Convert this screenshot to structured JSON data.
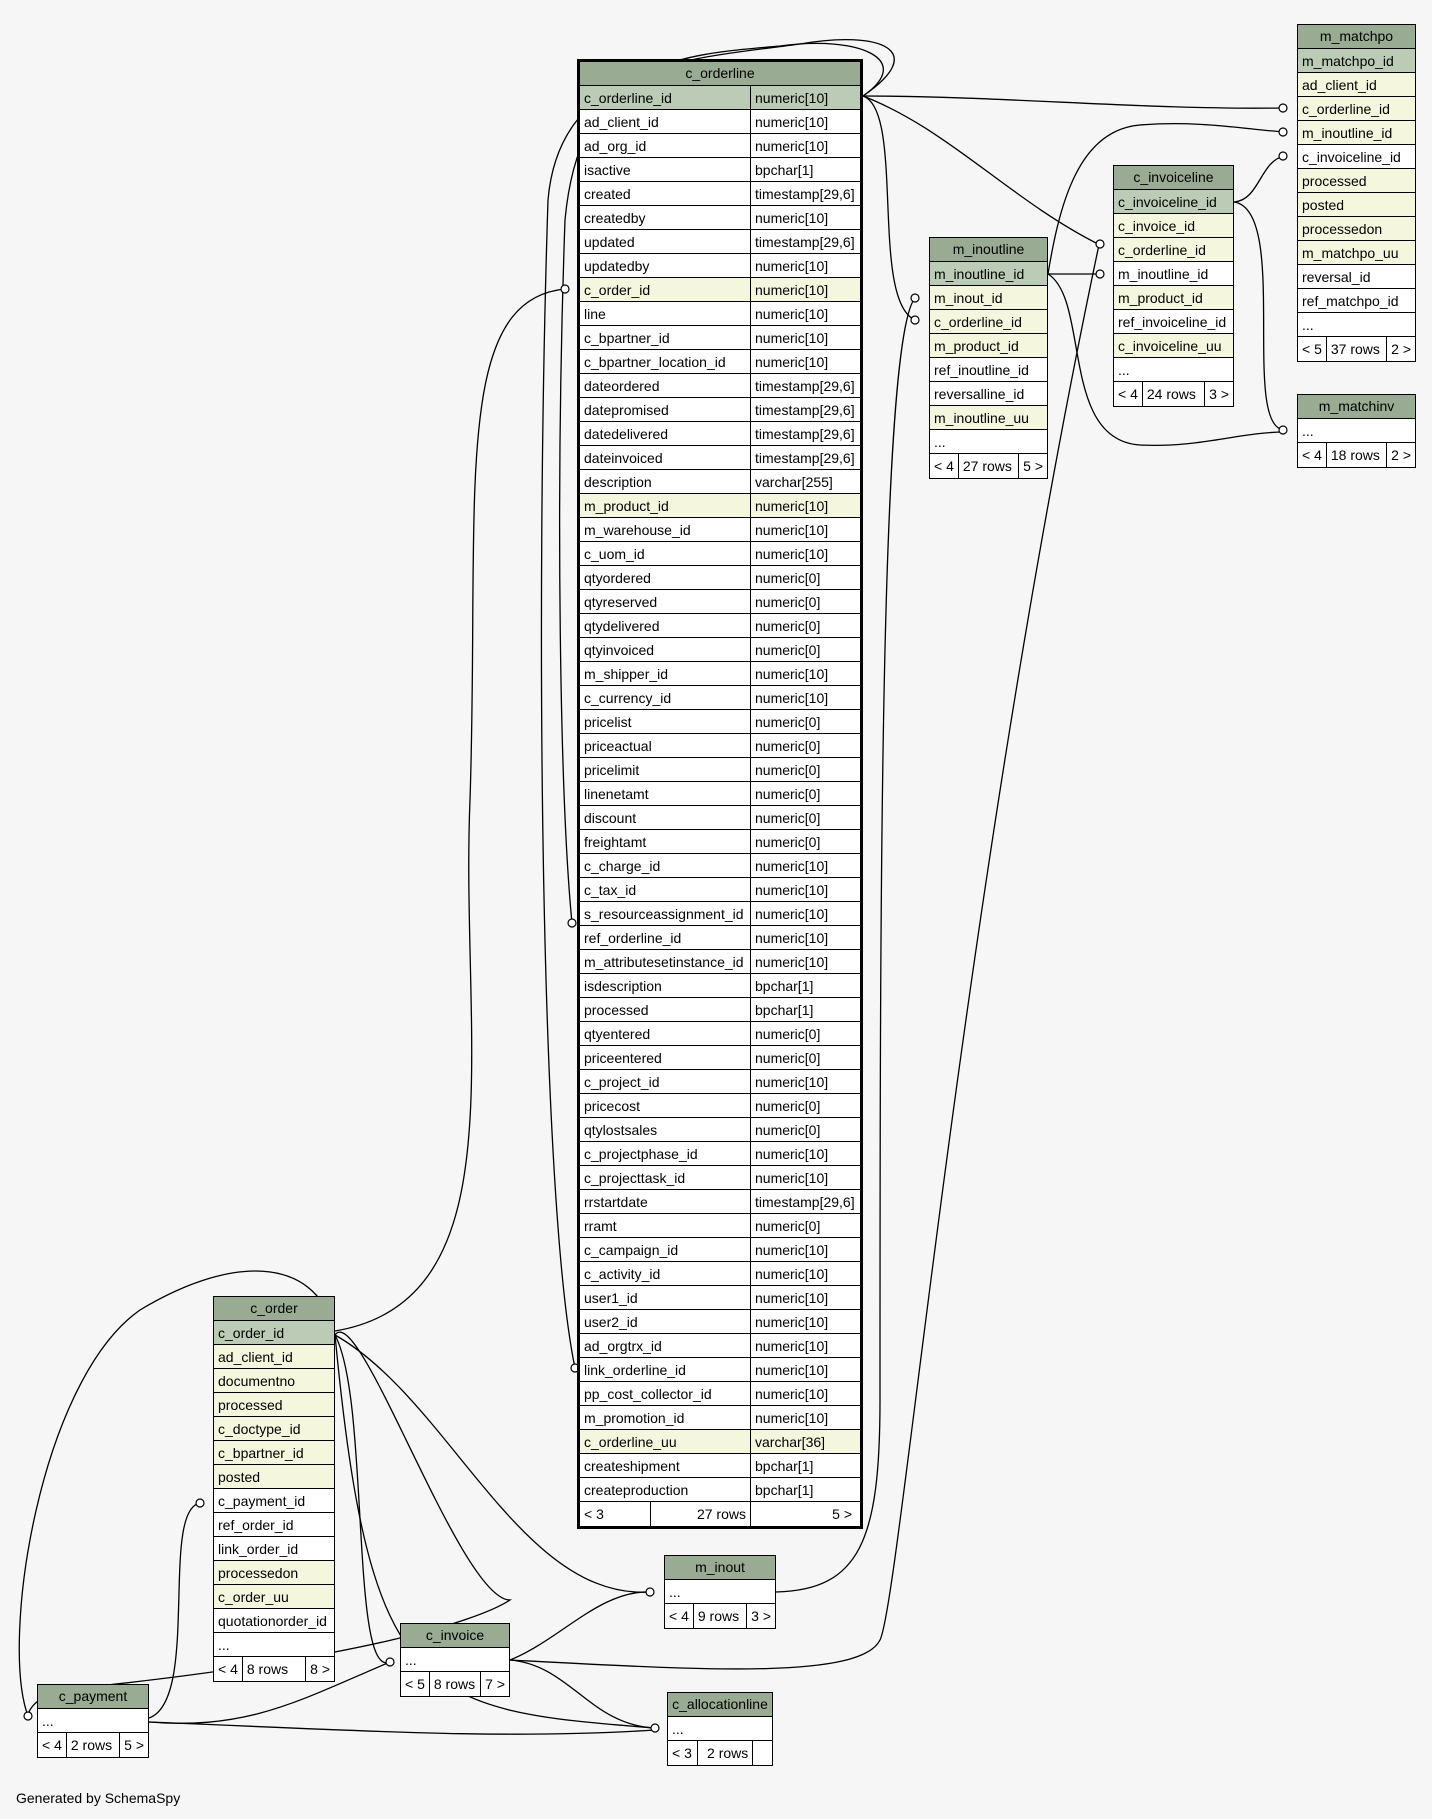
{
  "footer": {
    "generated": "Generated by SchemaSpy"
  },
  "tables": {
    "c_orderline": {
      "name": "c_orderline",
      "columns": [
        [
          "c_orderline_id",
          "numeric[10]",
          "pk"
        ],
        [
          "ad_client_id",
          "numeric[10]",
          ""
        ],
        [
          "ad_org_id",
          "numeric[10]",
          ""
        ],
        [
          "isactive",
          "bpchar[1]",
          ""
        ],
        [
          "created",
          "timestamp[29,6]",
          ""
        ],
        [
          "createdby",
          "numeric[10]",
          ""
        ],
        [
          "updated",
          "timestamp[29,6]",
          ""
        ],
        [
          "updatedby",
          "numeric[10]",
          ""
        ],
        [
          "c_order_id",
          "numeric[10]",
          "fk"
        ],
        [
          "line",
          "numeric[10]",
          ""
        ],
        [
          "c_bpartner_id",
          "numeric[10]",
          ""
        ],
        [
          "c_bpartner_location_id",
          "numeric[10]",
          ""
        ],
        [
          "dateordered",
          "timestamp[29,6]",
          ""
        ],
        [
          "datepromised",
          "timestamp[29,6]",
          ""
        ],
        [
          "datedelivered",
          "timestamp[29,6]",
          ""
        ],
        [
          "dateinvoiced",
          "timestamp[29,6]",
          ""
        ],
        [
          "description",
          "varchar[255]",
          ""
        ],
        [
          "m_product_id",
          "numeric[10]",
          "fk"
        ],
        [
          "m_warehouse_id",
          "numeric[10]",
          ""
        ],
        [
          "c_uom_id",
          "numeric[10]",
          ""
        ],
        [
          "qtyordered",
          "numeric[0]",
          ""
        ],
        [
          "qtyreserved",
          "numeric[0]",
          ""
        ],
        [
          "qtydelivered",
          "numeric[0]",
          ""
        ],
        [
          "qtyinvoiced",
          "numeric[0]",
          ""
        ],
        [
          "m_shipper_id",
          "numeric[10]",
          ""
        ],
        [
          "c_currency_id",
          "numeric[10]",
          ""
        ],
        [
          "pricelist",
          "numeric[0]",
          ""
        ],
        [
          "priceactual",
          "numeric[0]",
          ""
        ],
        [
          "pricelimit",
          "numeric[0]",
          ""
        ],
        [
          "linenetamt",
          "numeric[0]",
          ""
        ],
        [
          "discount",
          "numeric[0]",
          ""
        ],
        [
          "freightamt",
          "numeric[0]",
          ""
        ],
        [
          "c_charge_id",
          "numeric[10]",
          ""
        ],
        [
          "c_tax_id",
          "numeric[10]",
          ""
        ],
        [
          "s_resourceassignment_id",
          "numeric[10]",
          ""
        ],
        [
          "ref_orderline_id",
          "numeric[10]",
          ""
        ],
        [
          "m_attributesetinstance_id",
          "numeric[10]",
          ""
        ],
        [
          "isdescription",
          "bpchar[1]",
          ""
        ],
        [
          "processed",
          "bpchar[1]",
          ""
        ],
        [
          "qtyentered",
          "numeric[0]",
          ""
        ],
        [
          "priceentered",
          "numeric[0]",
          ""
        ],
        [
          "c_project_id",
          "numeric[10]",
          ""
        ],
        [
          "pricecost",
          "numeric[0]",
          ""
        ],
        [
          "qtylostsales",
          "numeric[0]",
          ""
        ],
        [
          "c_projectphase_id",
          "numeric[10]",
          ""
        ],
        [
          "c_projecttask_id",
          "numeric[10]",
          ""
        ],
        [
          "rrstartdate",
          "timestamp[29,6]",
          ""
        ],
        [
          "rramt",
          "numeric[0]",
          ""
        ],
        [
          "c_campaign_id",
          "numeric[10]",
          ""
        ],
        [
          "c_activity_id",
          "numeric[10]",
          ""
        ],
        [
          "user1_id",
          "numeric[10]",
          ""
        ],
        [
          "user2_id",
          "numeric[10]",
          ""
        ],
        [
          "ad_orgtrx_id",
          "numeric[10]",
          ""
        ],
        [
          "link_orderline_id",
          "numeric[10]",
          ""
        ],
        [
          "pp_cost_collector_id",
          "numeric[10]",
          ""
        ],
        [
          "m_promotion_id",
          "numeric[10]",
          ""
        ],
        [
          "c_orderline_uu",
          "varchar[36]",
          "fk"
        ],
        [
          "createshipment",
          "bpchar[1]",
          ""
        ],
        [
          "createproduction",
          "bpchar[1]",
          ""
        ]
      ],
      "footer": [
        "< 3",
        "27 rows",
        "5 >"
      ]
    },
    "m_matchpo": {
      "name": "m_matchpo",
      "columns": [
        [
          "m_matchpo_id",
          "pk"
        ],
        [
          "ad_client_id",
          "fk"
        ],
        [
          "c_orderline_id",
          "fk"
        ],
        [
          "m_inoutline_id",
          "fk"
        ],
        [
          "c_invoiceline_id",
          ""
        ],
        [
          "processed",
          "fk"
        ],
        [
          "posted",
          "fk"
        ],
        [
          "processedon",
          "fk"
        ],
        [
          "m_matchpo_uu",
          "fk"
        ],
        [
          "reversal_id",
          ""
        ],
        [
          "ref_matchpo_id",
          ""
        ],
        [
          "...",
          ""
        ]
      ],
      "footer": [
        "< 5",
        "37 rows",
        "2 >"
      ]
    },
    "c_invoiceline": {
      "name": "c_invoiceline",
      "columns": [
        [
          "c_invoiceline_id",
          "pk"
        ],
        [
          "c_invoice_id",
          "fk"
        ],
        [
          "c_orderline_id",
          "fk"
        ],
        [
          "m_inoutline_id",
          ""
        ],
        [
          "m_product_id",
          "fk"
        ],
        [
          "ref_invoiceline_id",
          ""
        ],
        [
          "c_invoiceline_uu",
          "fk"
        ],
        [
          "...",
          ""
        ]
      ],
      "footer": [
        "< 4",
        "24 rows",
        "3 >"
      ]
    },
    "m_inoutline": {
      "name": "m_inoutline",
      "columns": [
        [
          "m_inoutline_id",
          "pk"
        ],
        [
          "m_inout_id",
          "fk"
        ],
        [
          "c_orderline_id",
          "fk"
        ],
        [
          "m_product_id",
          "fk"
        ],
        [
          "ref_inoutline_id",
          ""
        ],
        [
          "reversalline_id",
          ""
        ],
        [
          "m_inoutline_uu",
          "fk"
        ],
        [
          "...",
          ""
        ]
      ],
      "footer": [
        "< 4",
        "27 rows",
        "5 >"
      ]
    },
    "m_matchinv": {
      "name": "m_matchinv",
      "columns": [
        [
          "...",
          ""
        ]
      ],
      "footer": [
        "< 4",
        "18 rows",
        "2 >"
      ]
    },
    "c_order": {
      "name": "c_order",
      "columns": [
        [
          "c_order_id",
          "pk"
        ],
        [
          "ad_client_id",
          "fk"
        ],
        [
          "documentno",
          "fk"
        ],
        [
          "processed",
          "fk"
        ],
        [
          "c_doctype_id",
          "fk"
        ],
        [
          "c_bpartner_id",
          "fk"
        ],
        [
          "posted",
          "fk"
        ],
        [
          "c_payment_id",
          ""
        ],
        [
          "ref_order_id",
          ""
        ],
        [
          "link_order_id",
          ""
        ],
        [
          "processedon",
          "fk"
        ],
        [
          "c_order_uu",
          "fk"
        ],
        [
          "quotationorder_id",
          ""
        ],
        [
          "...",
          ""
        ]
      ],
      "footer": [
        "< 4",
        "8 rows",
        "8 >"
      ]
    },
    "m_inout": {
      "name": "m_inout",
      "columns": [
        [
          "...",
          ""
        ]
      ],
      "footer": [
        "< 4",
        "9 rows",
        "3 >"
      ]
    },
    "c_invoice": {
      "name": "c_invoice",
      "columns": [
        [
          "...",
          ""
        ]
      ],
      "footer": [
        "< 5",
        "8 rows",
        "7 >"
      ]
    },
    "c_payment": {
      "name": "c_payment",
      "columns": [
        [
          "...",
          ""
        ]
      ],
      "footer": [
        "< 4",
        "2 rows",
        "5 >"
      ]
    },
    "c_allocationline": {
      "name": "c_allocationline",
      "columns": [
        [
          "...",
          ""
        ]
      ],
      "footer": [
        "< 3",
        "2 rows",
        ""
      ]
    }
  }
}
